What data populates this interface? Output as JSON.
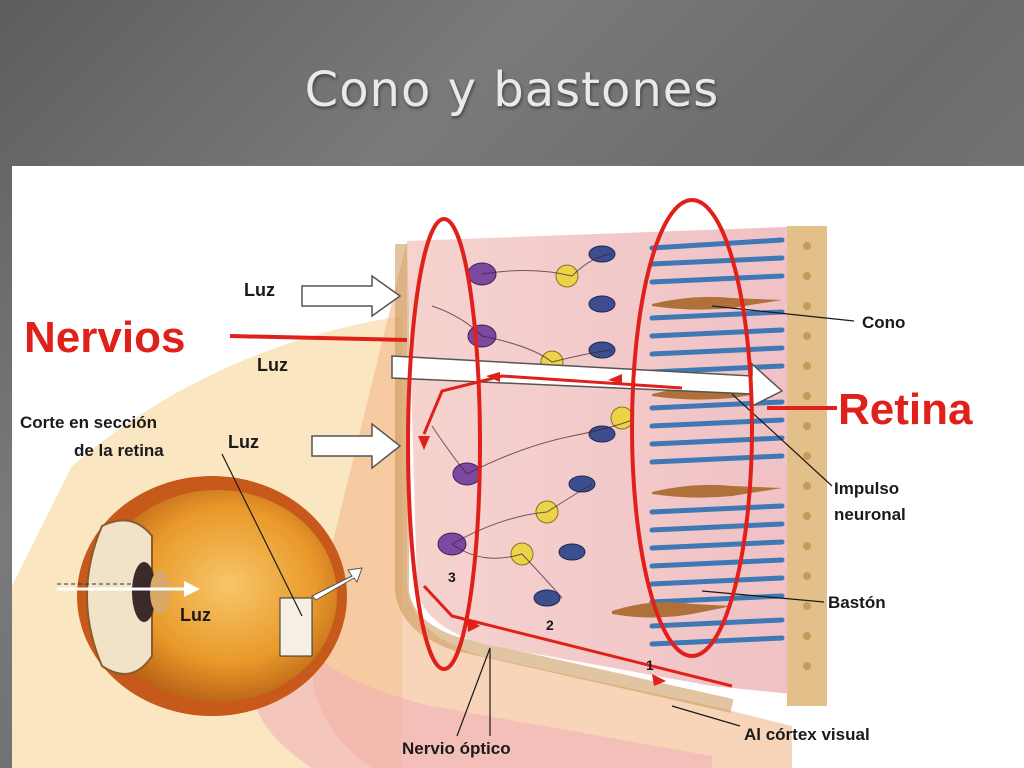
{
  "slide": {
    "title": "Cono y bastones"
  },
  "labels": {
    "luz_1": "Luz",
    "luz_2": "Luz",
    "luz_3": "Luz",
    "luz_eye": "Luz",
    "nervios": "Nervios",
    "retina": "Retina",
    "corte_line1": "Corte en sección",
    "corte_line2": "de la retina",
    "cono": "Cono",
    "impulso_line1": "Impulso",
    "impulso_line2": "neuronal",
    "baston": "Bastón",
    "nervio_optico": "Nervio óptico",
    "cortex": "Al córtex visual",
    "layer_1": "1",
    "layer_2": "2",
    "layer_3": "3"
  },
  "colors": {
    "annotation_red": "#e0201b",
    "background_gray": "#6e6e70",
    "tissue_pink": "#f3c9c9",
    "eye_orange": "#e99a2a",
    "neuron_purple": "#7b4aa0",
    "rod_blue": "#3e78b5",
    "cone_brown": "#b0703a"
  },
  "icons": [
    "eye-illustration",
    "arrow-right-icon"
  ]
}
